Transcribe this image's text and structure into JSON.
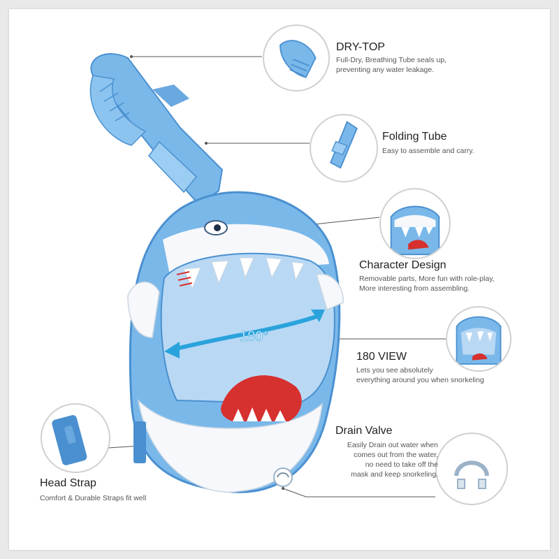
{
  "colors": {
    "mask_blue": "#7ab8ea",
    "mask_dark_blue": "#4a90d0",
    "lens": "#b9d8f4",
    "white_body": "#f6f8fb",
    "arrow": "#2aa3dc",
    "mouth_red": "#d6302f",
    "connector": "#555555"
  },
  "view_label": "180°",
  "features": {
    "dry_top": {
      "title": "DRY-TOP",
      "lines": [
        "Full-Dry, Breathing Tube seals up,",
        "preventing any water leakage."
      ],
      "icon": "dry-top-valve-icon"
    },
    "folding_tube": {
      "title": "Folding Tube",
      "lines": [
        "Easy to assemble and carry."
      ],
      "icon": "folding-tube-icon"
    },
    "character_design": {
      "title": "Character Design",
      "lines": [
        "Removable parts, More fun with role-play,",
        "More interesting from assembling."
      ],
      "icon": "shark-face-icon"
    },
    "view_180": {
      "title": "180 VIEW",
      "lines": [
        "Lets you see absolutely",
        "everything around you when snorkeling"
      ],
      "icon": "mask-front-icon"
    },
    "drain_valve": {
      "title": "Drain Valve",
      "lines": [
        "Easily Drain out water when",
        "comes out from the water,",
        "no need to take off the",
        "mask and keep snorkeling."
      ],
      "icon": "drain-valve-icon"
    },
    "head_strap": {
      "title": "Head Strap",
      "lines": [
        "Comfort & Durable Straps fit well"
      ],
      "icon": "head-strap-icon"
    }
  }
}
